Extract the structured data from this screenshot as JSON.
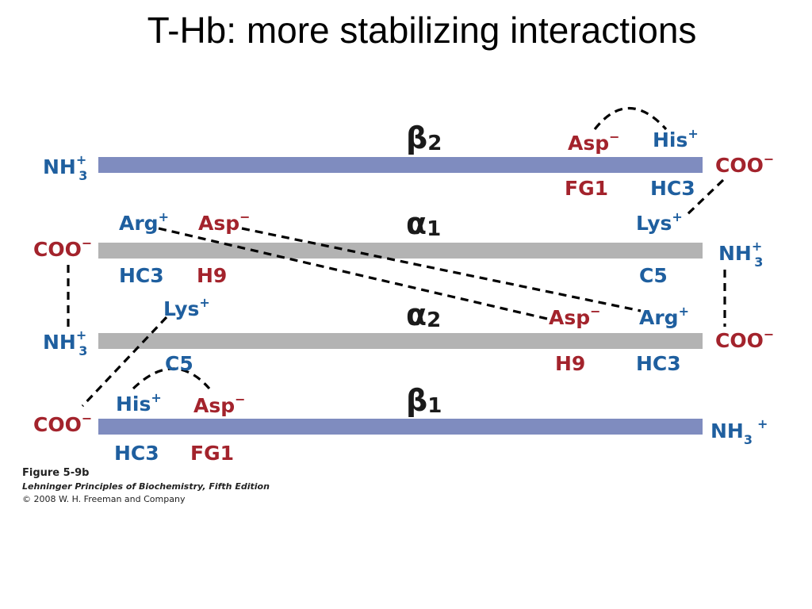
{
  "title": "T-Hb: more stabilizing interactions",
  "colors": {
    "beta_bar": "#7f8cbf",
    "alpha_bar": "#b3b3b3",
    "blue_text": "#1f5f9f",
    "red_text": "#a3232c",
    "bond_line": "#000000"
  },
  "chains": {
    "beta2": {
      "greek": "β",
      "sub": "2",
      "left_end": "NH",
      "left_sub": "3",
      "left_sup": "+",
      "right_end": "COO",
      "right_sup": "−"
    },
    "alpha1": {
      "greek": "α",
      "sub": "1",
      "left_end": "COO",
      "left_sup": "−",
      "right_end": "NH",
      "right_sub": "3",
      "right_sup": "+"
    },
    "alpha2": {
      "greek": "α",
      "sub": "2",
      "left_end": "NH",
      "left_sub": "3",
      "left_sup": "+",
      "right_end": "COO",
      "right_sup": "−"
    },
    "beta1": {
      "greek": "β",
      "sub": "1",
      "left_end": "COO",
      "left_sup": "−",
      "right_end": "NH",
      "right_sub": "3",
      "right_sup": "+"
    }
  },
  "residues": {
    "b2_asp": {
      "name": "Asp",
      "charge": "−"
    },
    "b2_his": {
      "name": "His",
      "charge": "+"
    },
    "b2_fg1": {
      "name": "FG1"
    },
    "b2_hc3": {
      "name": "HC3"
    },
    "a1_arg": {
      "name": "Arg",
      "charge": "+"
    },
    "a1_asp": {
      "name": "Asp",
      "charge": "−"
    },
    "a1_lys": {
      "name": "Lys",
      "charge": "+"
    },
    "a1_hc3": {
      "name": "HC3"
    },
    "a1_h9": {
      "name": "H9"
    },
    "a1_c5": {
      "name": "C5"
    },
    "a2_lys": {
      "name": "Lys",
      "charge": "+"
    },
    "a2_asp": {
      "name": "Asp",
      "charge": "−"
    },
    "a2_arg": {
      "name": "Arg",
      "charge": "+"
    },
    "a2_c5": {
      "name": "C5"
    },
    "a2_h9": {
      "name": "H9"
    },
    "a2_hc3": {
      "name": "HC3"
    },
    "b1_his": {
      "name": "His",
      "charge": "+"
    },
    "b1_asp": {
      "name": "Asp",
      "charge": "−"
    },
    "b1_hc3": {
      "name": "HC3"
    },
    "b1_fg1": {
      "name": "FG1"
    }
  },
  "caption": {
    "figure": "Figure 5-9b",
    "book": "Lehninger Principles of Biochemistry, Fifth Edition",
    "copyright": "© 2008 W. H. Freeman and Company"
  }
}
